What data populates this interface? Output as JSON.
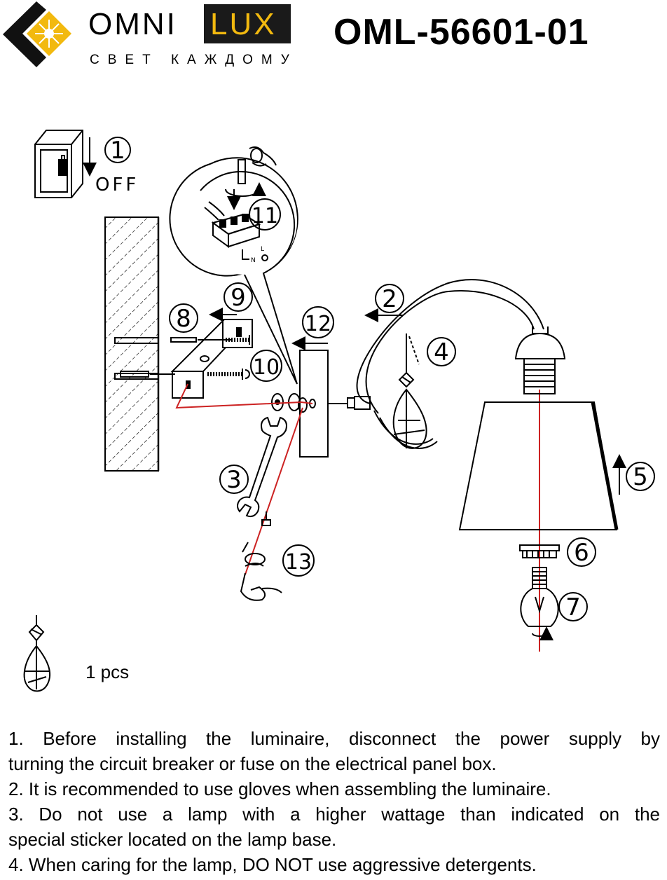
{
  "header": {
    "brand_omni": "OMNI",
    "brand_lux": "LUX",
    "tagline": "СВЕТ КАЖДОМУ",
    "model": "OML-56601-01"
  },
  "diagram": {
    "off_label": "OFF",
    "step_numbers": [
      "1",
      "2",
      "3",
      "4",
      "5",
      "6",
      "7",
      "8",
      "9",
      "10",
      "11",
      "12",
      "13"
    ],
    "terminal_labels": {
      "neutral": "N",
      "line": "L"
    }
  },
  "crystal": {
    "quantity": "1 pcs"
  },
  "instructions": [
    "1. Before installing the luminaire, disconnect the power supply by",
    "turning the circuit breaker or fuse on the electrical panel box.",
    "2. It is recommended to use gloves when assembling the luminaire.",
    "3. Do not use a lamp with a higher wattage than indicated on the",
    "special sticker located on the lamp base.",
    "4. When caring for the lamp, DO NOT use aggressive detergents."
  ],
  "colors": {
    "wire": "#cc2222",
    "logo_yellow": "#f2b90f",
    "ink": "#000000"
  }
}
